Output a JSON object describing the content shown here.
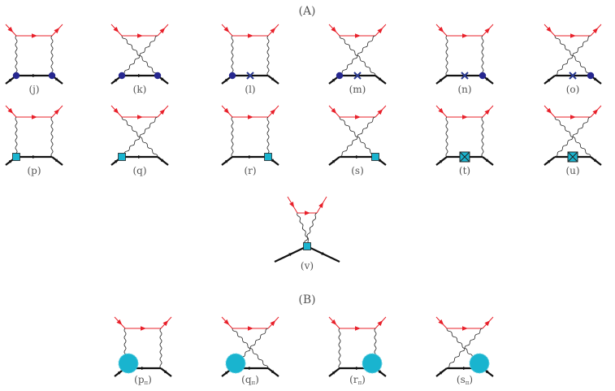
{
  "sections": [
    {
      "id": "A",
      "label": "(A)"
    },
    {
      "id": "B",
      "label": "(B)"
    }
  ],
  "diagrams": [
    {
      "id": "j",
      "label": "(j)",
      "topology": "box",
      "vertex": "blob-both"
    },
    {
      "id": "k",
      "label": "(k)",
      "topology": "crossed",
      "vertex": "blob-both"
    },
    {
      "id": "l",
      "label": "(l)",
      "topology": "box",
      "vertex": "blob-left-cross"
    },
    {
      "id": "m",
      "label": "(m)",
      "topology": "crossed",
      "vertex": "blob-left-cross"
    },
    {
      "id": "n",
      "label": "(n)",
      "topology": "box",
      "vertex": "cross-blob-right"
    },
    {
      "id": "o",
      "label": "(o)",
      "topology": "crossed",
      "vertex": "cross-blob-right"
    },
    {
      "id": "p",
      "label": "(p)",
      "topology": "box",
      "vertex": "square-left"
    },
    {
      "id": "q",
      "label": "(q)",
      "topology": "crossed",
      "vertex": "square-left"
    },
    {
      "id": "r",
      "label": "(r)",
      "topology": "box",
      "vertex": "square-right"
    },
    {
      "id": "s",
      "label": "(s)",
      "topology": "crossed",
      "vertex": "square-right"
    },
    {
      "id": "t",
      "label": "(t)",
      "topology": "box",
      "vertex": "boxed-cross-middle"
    },
    {
      "id": "u",
      "label": "(u)",
      "topology": "crossed",
      "vertex": "boxed-cross-middle"
    },
    {
      "id": "v",
      "label": "(v)",
      "topology": "triangle",
      "vertex": "square-bottom"
    },
    {
      "id": "p_pi",
      "label": "(p",
      "sub": "π",
      "close": ")",
      "topology": "box",
      "vertex": "pion-left"
    },
    {
      "id": "q_pi",
      "label": "(q",
      "sub": "π",
      "close": ")",
      "topology": "crossed",
      "vertex": "pion-left"
    },
    {
      "id": "r_pi",
      "label": "(r",
      "sub": "π",
      "close": ")",
      "topology": "box",
      "vertex": "pion-right"
    },
    {
      "id": "s_pi",
      "label": "(s",
      "sub": "π",
      "close": ")",
      "topology": "crossed",
      "vertex": "pion-right"
    }
  ],
  "colors": {
    "electron_line": "#e8202a",
    "nucleon_line": "#111111",
    "photon_line": "#222222",
    "vertex_blob": "#26278f",
    "vertex_cross": "#2b3a8f",
    "contact_square": "#19b4cf",
    "pion_blob": "#19b4cf",
    "label_text": "#555555"
  }
}
